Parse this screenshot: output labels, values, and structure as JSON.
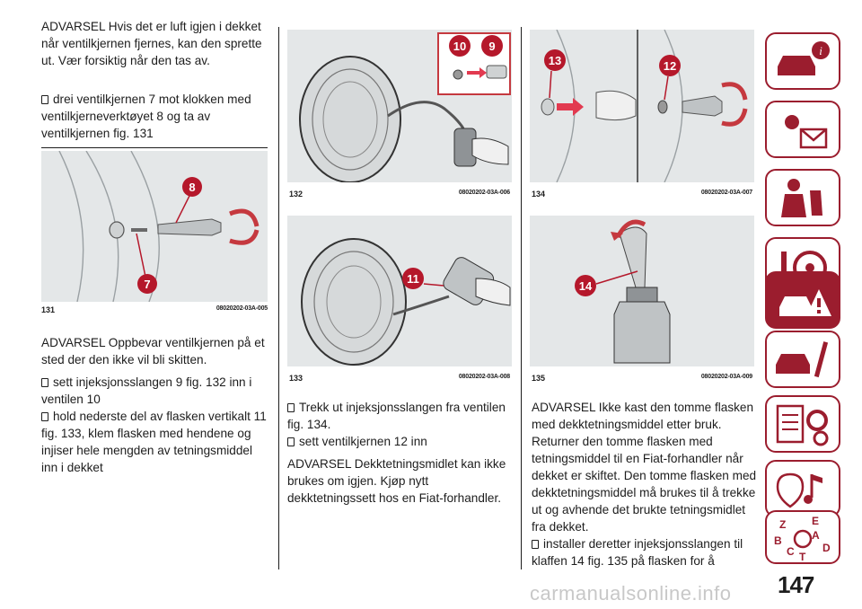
{
  "col1": {
    "para1": "ADVARSEL Hvis det er luft igjen i dekket når ventilkjernen fjernes, kan den sprette ut. Vær forsiktig når den tas av.",
    "bullet1": "drei ventilkjernen 7 mot klokken med ventilkjerneverktøyet 8 og ta av ventilkjernen fig. 131",
    "para2": "ADVARSEL Oppbevar ventilkjernen på et sted der den ikke vil bli skitten.",
    "bullet2": "sett injeksjonsslangen 9 fig. 132 inn i ventilen 10",
    "bullet3": "hold nederste del av flasken vertikalt 11 fig. 133, klem flasken med hendene og injiser hele mengden av tetningsmiddel inn i dekket"
  },
  "col2": {
    "bullet1": "Trekk ut injeksjonsslangen fra ventilen fig. 134.",
    "bullet2": "sett ventilkjernen 12 inn",
    "para1": "ADVARSEL Dekktetningsmidlet kan ikke brukes om igjen. Kjøp nytt dekktetningssett hos en Fiat-forhandler."
  },
  "col3": {
    "para1": "ADVARSEL Ikke kast den tomme flasken med dekktetningsmiddel etter bruk. Returner den tomme flasken med tetningsmiddel til en Fiat-forhandler når dekket er skiftet. Den tomme flasken med dekktetningsmiddel må brukes til å trekke ut og avhende det brukte tetningsmidlet fra dekket.",
    "bullet1": "installer deretter injeksjonsslangen til klaffen 14 fig. 135 på flasken for å"
  },
  "figures": {
    "f131": {
      "num": "131",
      "code": "08020202-03A-005",
      "callouts": [
        "8",
        "7"
      ]
    },
    "f132": {
      "num": "132",
      "code": "08020202-03A-006",
      "callouts": [
        "10",
        "9"
      ]
    },
    "f133": {
      "num": "133",
      "code": "08020202-03A-008",
      "callouts": [
        "11"
      ]
    },
    "f134": {
      "num": "134",
      "code": "08020202-03A-007",
      "callouts": [
        "13",
        "12"
      ]
    },
    "f135": {
      "num": "135",
      "code": "08020202-03A-009",
      "callouts": [
        "14"
      ]
    }
  },
  "sidebar": {
    "tabs": [
      "car-info-icon",
      "warning-lights-icon",
      "seat-safety-icon",
      "steering-wheel-icon",
      "emergency-icon",
      "maintenance-icon",
      "specs-icon",
      "multimedia-icon",
      "index-icon"
    ],
    "active_index": 4,
    "index_letters": [
      "Z",
      "E",
      "A",
      "B",
      "C",
      "D",
      "T"
    ]
  },
  "page_number": "147",
  "watermark": "carmanualsonline.info",
  "colors": {
    "accent": "#9b1d2e",
    "callout": "#b5182b",
    "text": "#1d1d1d"
  }
}
